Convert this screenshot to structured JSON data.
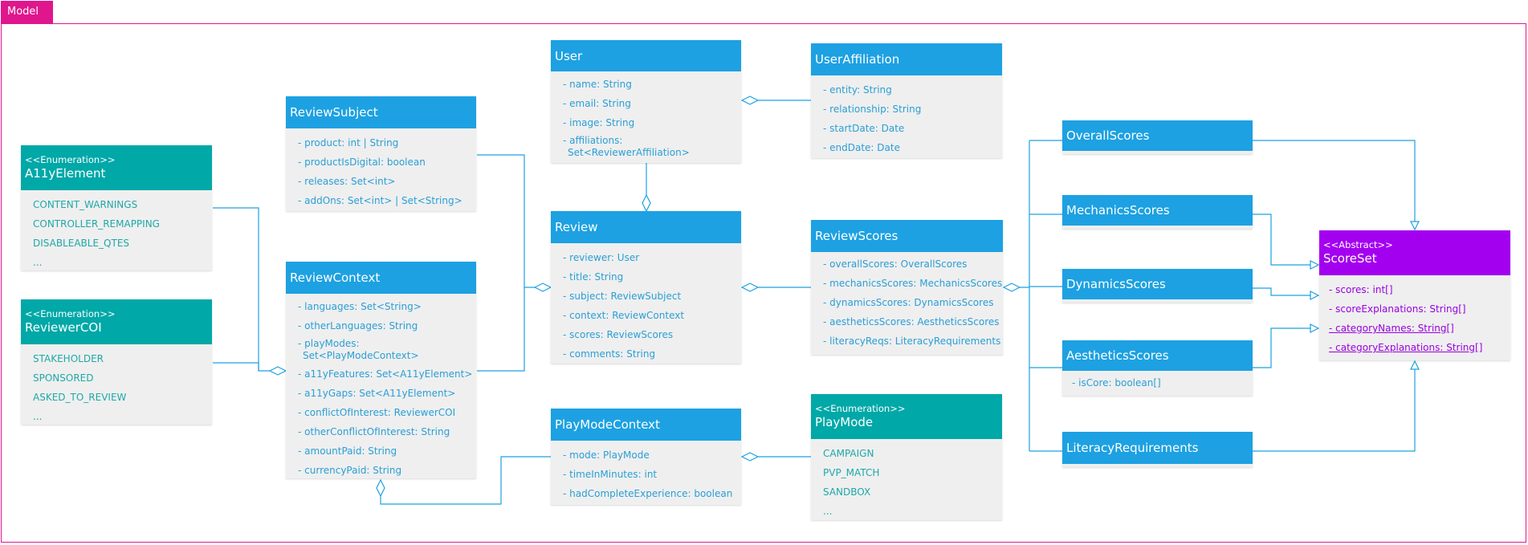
{
  "frame": {
    "label": "Model"
  },
  "colors": {
    "frame": "#e0168c",
    "class_header": "#1da1e2",
    "enum_header": "#00a8a8",
    "abstract_header": "#a300f0",
    "body": "#efefef"
  },
  "classes": {
    "a11yElement": {
      "stereotype": "<<Enumeration>>",
      "name": "A11yElement",
      "items": [
        "CONTENT_WARNINGS",
        "CONTROLLER_REMAPPING",
        "DISABLEABLE_QTES",
        "..."
      ]
    },
    "reviewerCOI": {
      "stereotype": "<<Enumeration>>",
      "name": "ReviewerCOI",
      "items": [
        "STAKEHOLDER",
        "SPONSORED",
        "ASKED_TO_REVIEW",
        "..."
      ]
    },
    "reviewSubject": {
      "name": "ReviewSubject",
      "items": [
        "- product: int | String",
        "- productIsDigital: boolean",
        "- releases: Set<int>",
        "- addOns: Set<int> | Set<String>"
      ]
    },
    "reviewContext": {
      "name": "ReviewContext",
      "items": [
        "- languages: Set<String>",
        "- otherLanguages: String",
        "- playModes:",
        "Set<PlayModeContext>",
        "- a11yFeatures: Set<A11yElement>",
        "- a11yGaps: Set<A11yElement>",
        "- conflictOfInterest: ReviewerCOI",
        "- otherConflictOfInterest: String",
        "- amountPaid: String",
        "- currencyPaid: String"
      ]
    },
    "user": {
      "name": "User",
      "items": [
        "- name: String",
        "- email: String",
        "- image: String",
        "- affiliations:",
        "Set<ReviewerAffiliation>"
      ]
    },
    "review": {
      "name": "Review",
      "items": [
        "- reviewer: User",
        "- title: String",
        "- subject: ReviewSubject",
        "- context: ReviewContext",
        "- scores: ReviewScores",
        "- comments: String"
      ]
    },
    "playModeContext": {
      "name": "PlayModeContext",
      "items": [
        "- mode: PlayMode",
        "- timeInMinutes: int",
        "- hadCompleteExperience: boolean"
      ]
    },
    "userAffiliation": {
      "name": "UserAffiliation",
      "items": [
        "- entity: String",
        "- relationship: String",
        "- startDate: Date",
        "- endDate: Date"
      ]
    },
    "reviewScores": {
      "name": "ReviewScores",
      "items": [
        "- overallScores: OverallScores",
        "- mechanicsScores: MechanicsScores",
        "- dynamicsScores: DynamicsScores",
        "- aestheticsScores: AestheticsScores",
        "- literacyReqs: LiteracyRequirements"
      ]
    },
    "playMode": {
      "stereotype": "<<Enumeration>>",
      "name": "PlayMode",
      "items": [
        "CAMPAIGN",
        "PVP_MATCH",
        "SANDBOX",
        "..."
      ]
    },
    "overallScores": {
      "name": "OverallScores"
    },
    "mechanicsScores": {
      "name": "MechanicsScores"
    },
    "dynamicsScores": {
      "name": "DynamicsScores"
    },
    "aestheticsScores": {
      "name": "AestheticsScores",
      "items": [
        "- isCore: boolean[]"
      ]
    },
    "literacyRequirements": {
      "name": "LiteracyRequirements"
    },
    "scoreSet": {
      "stereotype": "<<Abstract>>",
      "name": "ScoreSet",
      "items": [
        "- scores: int[]",
        "- scoreExplanations: String[]",
        "- categoryNames: String[]",
        "- categoryExplanations: String[]"
      ]
    }
  }
}
